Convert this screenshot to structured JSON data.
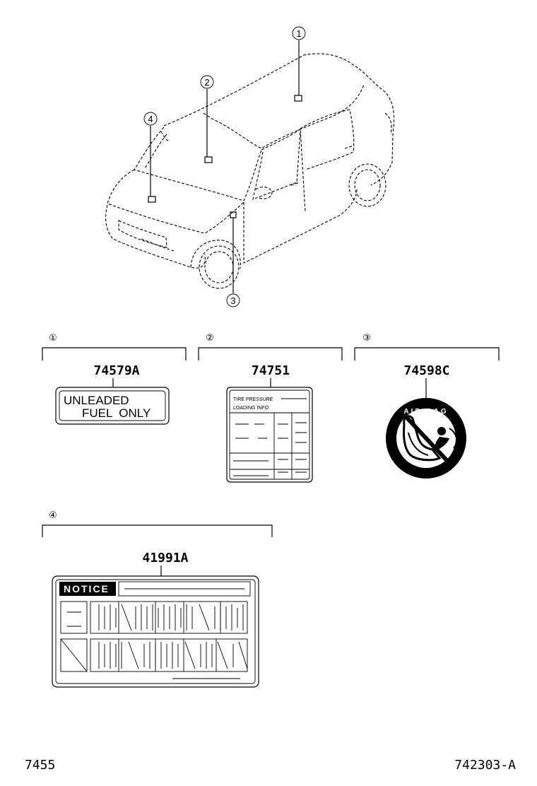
{
  "callouts": [
    {
      "num": "①",
      "part_no": "74579A",
      "label_lines": [
        "UNLEADED",
        "FUEL  ONLY"
      ]
    },
    {
      "num": "②",
      "part_no": "74751",
      "label_lines": [
        "TIRE PRESSURE",
        "LOADING INFO"
      ]
    },
    {
      "num": "③",
      "part_no": "74598C",
      "label_lines": [
        "AIR BAG"
      ]
    },
    {
      "num": "④",
      "part_no": "41991A",
      "label_lines": [
        "NOTICE"
      ]
    }
  ],
  "footer": {
    "left": "7455",
    "right": "742303-A"
  },
  "icons": {
    "airbag": "airbag-warning-icon",
    "car": "vehicle-illustration"
  }
}
